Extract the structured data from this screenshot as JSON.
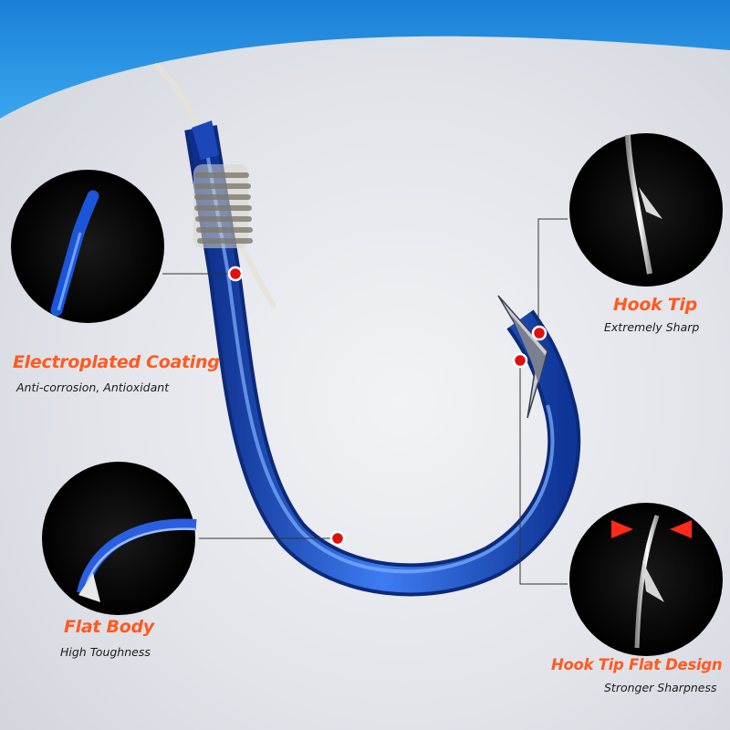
{
  "colors": {
    "accent": "#ff5a1f",
    "hook_blue": "#2255d6",
    "header_blue": "#1f8fe0",
    "marker_red": "#e01010",
    "callout_bg": "#000000"
  },
  "features": [
    {
      "title": "Electroplated Coating",
      "subtitle": "Anti-corrosion, Antioxidant"
    },
    {
      "title": "Flat Body",
      "subtitle": "High Toughness"
    },
    {
      "title": "Hook Tip",
      "subtitle": "Extremely Sharp"
    },
    {
      "title": "Hook Tip Flat Design",
      "subtitle": "Stronger Sharpness"
    }
  ]
}
